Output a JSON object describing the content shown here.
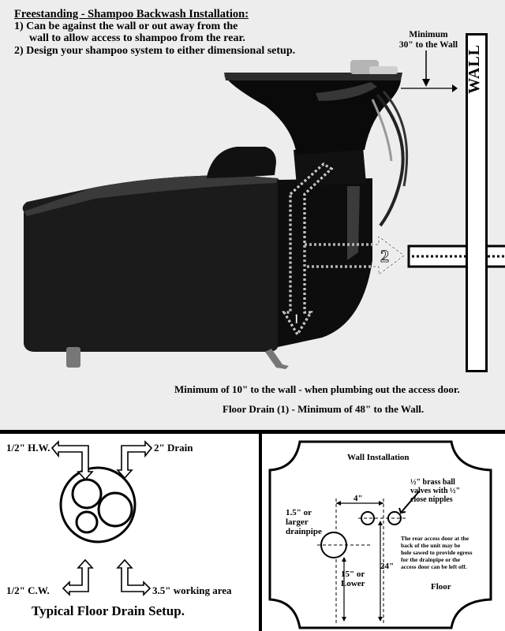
{
  "top": {
    "title": "Freestanding - Shampoo Backwash Installation:",
    "note1_line1": "1) Can be against the wall or out away from the",
    "note1_line2": "wall to allow access to shampoo from the rear.",
    "note2": "2) Design your shampoo system to either dimensional setup.",
    "minimum_label_1": "Minimum",
    "minimum_label_2": "30\" to the Wall",
    "wall_label": "WALL",
    "marker_1": "1",
    "marker_2": "2",
    "caption_1": "Minimum of 10\" to the wall - when plumbing out the access door.",
    "caption_2": "Floor Drain (1) - Minimum of 48\" to the Wall."
  },
  "floor_drain": {
    "hw_label": "1/2\" H.W.",
    "drain_label": "2\" Drain",
    "cw_label": "1/2\" C.W.",
    "working_area_label": "3.5\" working area",
    "caption": "Typical Floor Drain Setup."
  },
  "wall_install": {
    "title": "Wall Installation",
    "dim_4": "4\"",
    "valves_1": "½\" brass ball",
    "valves_2": "valves with ½\"",
    "valves_3": "close nipples",
    "drain_1": "1.5\" or",
    "drain_2": "larger",
    "drain_3": "drainpipe",
    "note_1": "The rear access door at the",
    "note_2": "back of the unit may be",
    "note_3": "hole sawed to provide egress",
    "note_4": "for the drainpipe or the",
    "note_5": "access door can be left off.",
    "dim_15_1": "15\" or",
    "dim_15_2": "Lower",
    "dim_24": "24\"",
    "floor": "Floor"
  }
}
